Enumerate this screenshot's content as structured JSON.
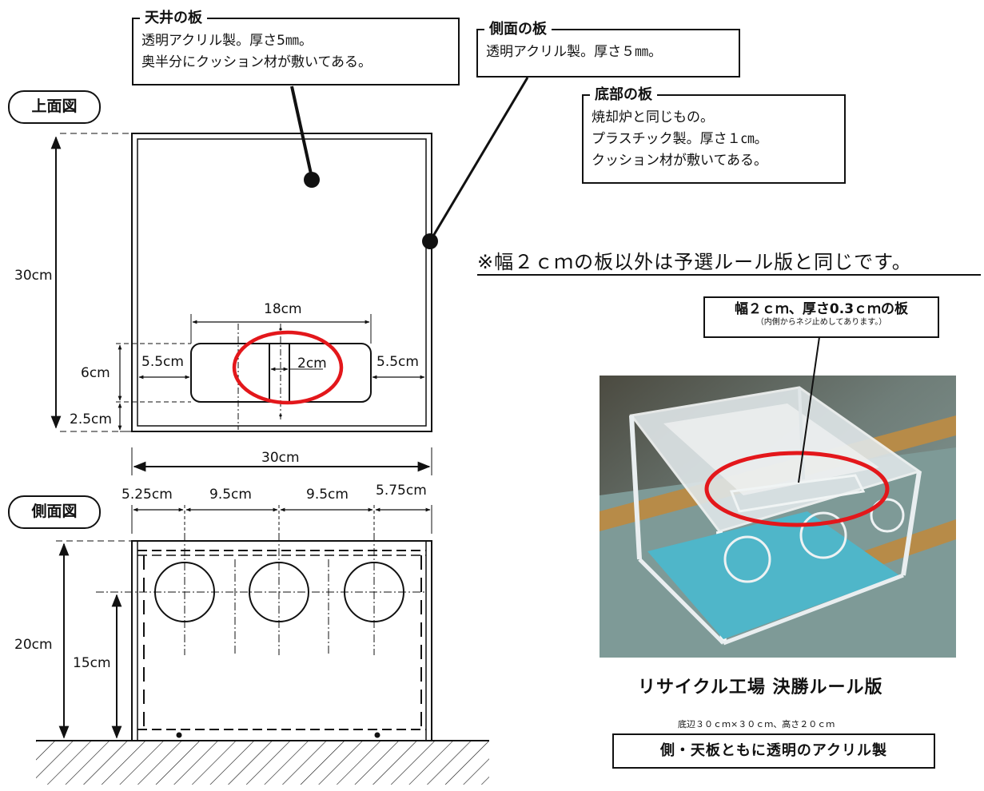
{
  "callouts": {
    "ceiling": {
      "title": "天井の板",
      "lines": [
        "透明アクリル製。厚さ5㎜。",
        "奥半分にクッション材が敷いてある。"
      ]
    },
    "side": {
      "title": "側面の板",
      "lines": [
        "透明アクリル製。厚さ５㎜。"
      ]
    },
    "bottom": {
      "title": "底部の板",
      "lines": [
        "焼却炉と同じもの。",
        "プラスチック製。厚さ１㎝。",
        "クッション材が敷いてある。"
      ]
    }
  },
  "views": {
    "top": "上面図",
    "side": "側面図"
  },
  "top_view_dims": {
    "height": "30cm",
    "width": "30cm",
    "slot_width": "18cm",
    "slot_height": "6cm",
    "left_gap": "5.5cm",
    "right_gap": "5.5cm",
    "bottom_gap": "2.5cm",
    "plate_width": "2cm"
  },
  "side_view_dims": {
    "seg1": "5.25cm",
    "seg2": "9.5cm",
    "seg3": "9.5cm",
    "seg4": "5.75cm",
    "height": "20cm",
    "hole_height": "15cm"
  },
  "note": "※幅２ｃｍの板以外は予選ルール版と同じです。",
  "photo": {
    "callout_title": "幅２ｃｍ、厚さ0.3ｃｍの板",
    "callout_sub": "（内側からネジ止めしてあります。）",
    "caption": "リサイクル工場 決勝ルール版",
    "dimensions": "底辺３０ｃｍ×３０ｃｍ、高さ２０ｃｍ",
    "material": "側・天板ともに透明のアクリル製"
  },
  "colors": {
    "highlight": "#e3171b",
    "line": "#111111"
  }
}
